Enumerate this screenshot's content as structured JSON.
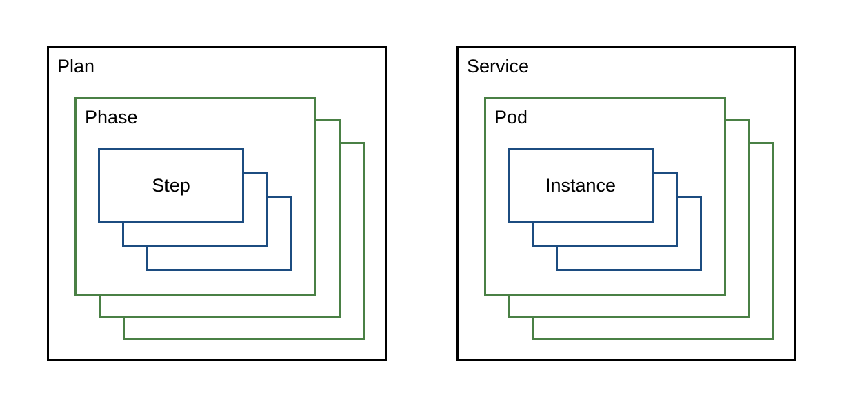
{
  "diagram": {
    "type": "nested-stack-diagram",
    "background_color": "#ffffff",
    "panel_count": 2,
    "stack_depth": 3,
    "colors": {
      "outer_border": "#000000",
      "middle_border": "#4a8045",
      "inner_border": "#1c4c80",
      "text": "#000000",
      "fill": "#ffffff"
    },
    "panels": [
      {
        "key": "plan",
        "outer_label": "Plan",
        "middle_label": "Phase",
        "inner_label": "Step"
      },
      {
        "key": "service",
        "outer_label": "Service",
        "middle_label": "Pod",
        "inner_label": "Instance"
      }
    ]
  }
}
